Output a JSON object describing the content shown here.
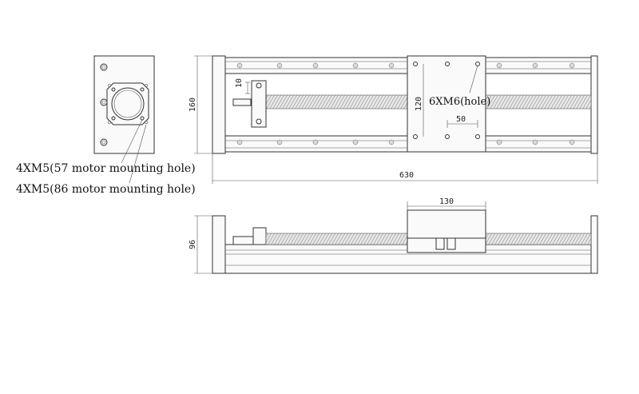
{
  "labels": {
    "dim_160": "160",
    "dim_630": "630",
    "dim_10": "10",
    "dim_120": "120",
    "dim_50": "50",
    "dim_130": "130",
    "dim_96": "96",
    "note_hole": "6XM6(hole)",
    "note_57": "4XM5(57 motor mounting hole)",
    "note_86": "4XM5(86 motor mounting hole)"
  },
  "colors": {
    "line": "#333333",
    "screw_fill": "#d9d9d9"
  }
}
